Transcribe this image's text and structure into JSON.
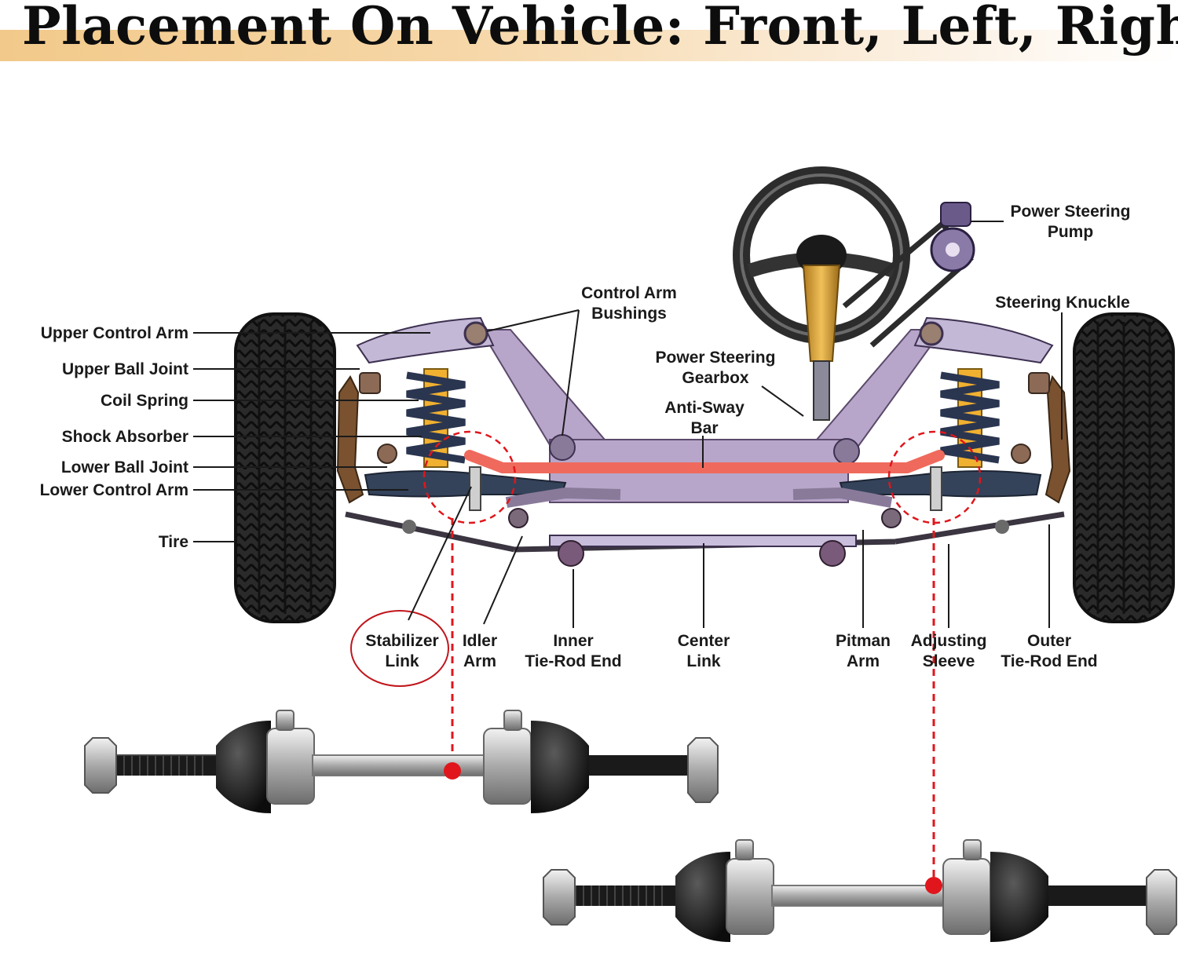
{
  "header": {
    "title": "Placement On Vehicle: Front, Left, Right"
  },
  "labels": {
    "upper_control_arm": "Upper Control Arm",
    "upper_ball_joint": "Upper Ball Joint",
    "coil_spring": "Coil Spring",
    "shock_absorber": "Shock Absorber",
    "lower_ball_joint": "Lower Ball Joint",
    "lower_control_arm": "Lower Control Arm",
    "tire": "Tire",
    "control_arm_bushings": [
      "Control Arm",
      "Bushings"
    ],
    "power_steering_gearbox": [
      "Power Steering",
      "Gearbox"
    ],
    "anti_sway_bar": [
      "Anti-Sway",
      "Bar"
    ],
    "power_steering_pump": [
      "Power Steering",
      "Pump"
    ],
    "steering_knuckle": "Steering Knuckle",
    "stabilizer_link": [
      "Stabilizer",
      "Link"
    ],
    "idler_arm": [
      "Idler",
      "Arm"
    ],
    "inner_tie_rod_end": [
      "Inner",
      "Tie-Rod End"
    ],
    "center_link": [
      "Center",
      "Link"
    ],
    "pitman_arm": [
      "Pitman",
      "Arm"
    ],
    "adjusting_sleeve": [
      "Adjusting",
      "Sleeve"
    ],
    "outer_tie_rod_end": [
      "Outer",
      "Tie-Rod End"
    ]
  },
  "colors": {
    "highlight": "#e0161c",
    "frame": "#b7a6c9",
    "anti_sway_bar": "#ef6a5c",
    "banner": "#f2c98a"
  }
}
